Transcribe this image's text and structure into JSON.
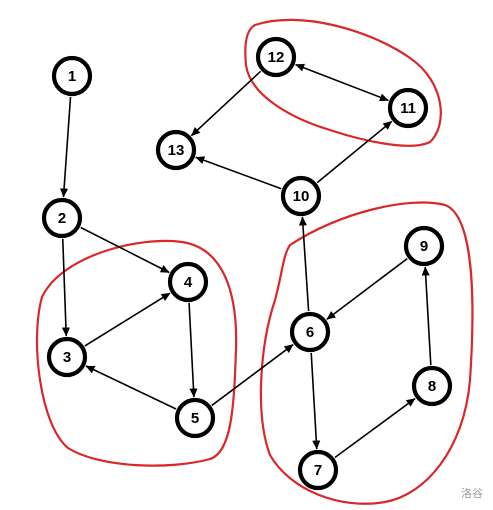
{
  "graph": {
    "nodes": [
      {
        "id": "1"
      },
      {
        "id": "2"
      },
      {
        "id": "3"
      },
      {
        "id": "4"
      },
      {
        "id": "5"
      },
      {
        "id": "6"
      },
      {
        "id": "7"
      },
      {
        "id": "8"
      },
      {
        "id": "9"
      },
      {
        "id": "10"
      },
      {
        "id": "11"
      },
      {
        "id": "12"
      },
      {
        "id": "13"
      }
    ],
    "edges": [
      {
        "from": "1",
        "to": "2"
      },
      {
        "from": "2",
        "to": "3"
      },
      {
        "from": "2",
        "to": "4"
      },
      {
        "from": "3",
        "to": "4"
      },
      {
        "from": "4",
        "to": "5"
      },
      {
        "from": "5",
        "to": "3"
      },
      {
        "from": "5",
        "to": "6"
      },
      {
        "from": "6",
        "to": "7"
      },
      {
        "from": "7",
        "to": "8"
      },
      {
        "from": "8",
        "to": "9"
      },
      {
        "from": "9",
        "to": "6"
      },
      {
        "from": "6",
        "to": "10"
      },
      {
        "from": "10",
        "to": "13"
      },
      {
        "from": "10",
        "to": "11"
      },
      {
        "from": "12",
        "to": "13"
      },
      {
        "from": "12",
        "to": "11",
        "bidirectional": true
      }
    ],
    "highlighted_groups": [
      {
        "members": [
          "3",
          "4",
          "5"
        ]
      },
      {
        "members": [
          "6",
          "7",
          "8",
          "9"
        ]
      },
      {
        "members": [
          "11",
          "12"
        ]
      }
    ]
  },
  "colors": {
    "highlight": "#d8282a",
    "node_stroke": "#000000",
    "edge": "#000000"
  },
  "watermark": "洛谷"
}
